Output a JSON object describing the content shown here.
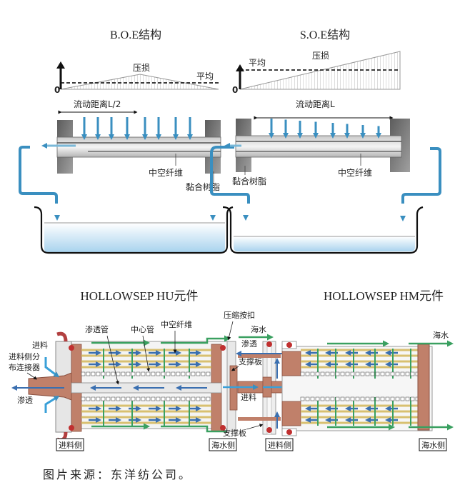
{
  "boe": {
    "title": "B.O.E结构",
    "pressure_label": "压损",
    "average_label": "平均",
    "zero_label": "0",
    "distance_label": "流动距离L/2",
    "fiber_label": "中空纤维",
    "resin_label": "黏合树脂"
  },
  "soe": {
    "title": "S.O.E结构",
    "pressure_label": "压损",
    "average_label": "平均",
    "zero_label": "0",
    "distance_label": "流动距离L",
    "fiber_label": "中空纤维",
    "resin_label": "黏合树脂"
  },
  "hu": {
    "title": "HOLLOWSEP HU元件",
    "labels": {
      "permeate_tube": "渗透管",
      "center_tube": "中心管",
      "hollow_fiber": "中空纤维",
      "compression_clip": "压缩按扣",
      "feed": "进料",
      "feed_connector_1": "进料侧分",
      "feed_connector_2": "布连接器",
      "permeate": "渗透",
      "feed_side": "进料侧",
      "seawater_side": "海水侧"
    }
  },
  "center": {
    "seawater": "海水",
    "permeate": "渗透",
    "support_plate_top": "支撑板",
    "feed": "进料",
    "support_plate_bottom": "支撑板",
    "feed_side": "进料侧"
  },
  "hm": {
    "title": "HOLLOWSEP HM元件",
    "seawater_top": "海水",
    "seawater_side": "海水侧"
  },
  "caption": "图片来源：东洋纺公司。",
  "colors": {
    "flow_blue": "#3a8fc0",
    "permeate_blue": "#3a6fb0",
    "seawater_green": "#3aa060",
    "resin_brown": "#c0806a",
    "fiber_yellow": "#d8c070",
    "flange_gray": "#7a7a7a"
  }
}
